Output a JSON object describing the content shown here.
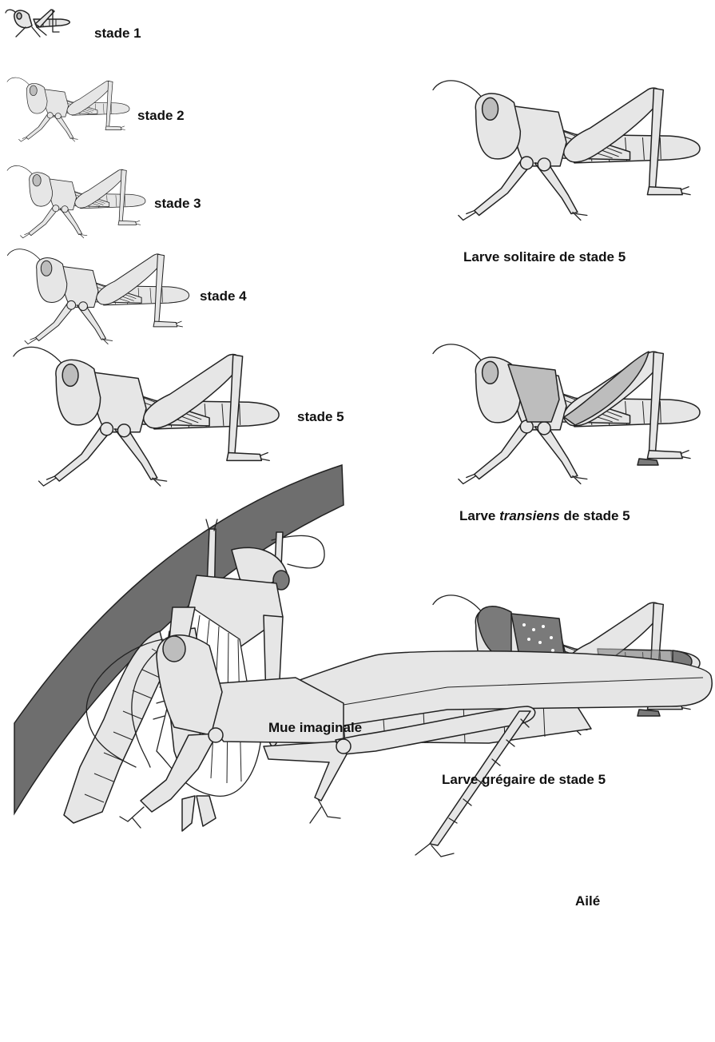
{
  "labels": {
    "stage1": "stade 1",
    "stage2": "stade 2",
    "stage3": "stade 3",
    "stage4": "stade 4",
    "stage5": "stade 5",
    "solitary": "Larve solitaire de stade 5",
    "transiens_pre": "Larve",
    "transiens_term": "transiens",
    "transiens_post": "de stade 5",
    "gregarious": "Larve grégaire de stade 5",
    "moult": "Mue imaginale",
    "adult": "Ailé"
  }
}
